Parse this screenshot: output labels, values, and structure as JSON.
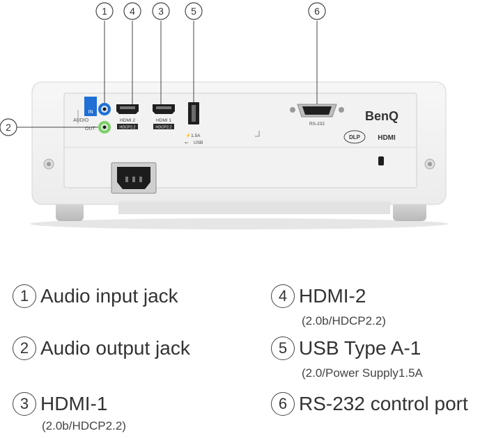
{
  "callouts": [
    "1",
    "4",
    "3",
    "5",
    "6",
    "2"
  ],
  "panel": {
    "audio": "AUDIO",
    "in": "IN",
    "out": "OUT",
    "hdmi2": "HDMI 2",
    "hdmi2_badge": "HDCP2.2",
    "hdmi1": "HDMI 1",
    "hdmi1_badge": "HDCP2.2",
    "usb_current": "⚡1.5A",
    "usb": "USB",
    "rs232": "RS-232",
    "brand": "BenQ",
    "dlp": "DLP",
    "hdmi_logo": "HDMI"
  },
  "legend": [
    {
      "num": "1",
      "label": "Audio input jack",
      "sub": ""
    },
    {
      "num": "2",
      "label": "Audio output jack",
      "sub": ""
    },
    {
      "num": "3",
      "label": "HDMI-1",
      "sub": "(2.0b/HDCP2.2)"
    },
    {
      "num": "4",
      "label": "HDMI-2",
      "sub": "(2.0b/HDCP2.2)"
    },
    {
      "num": "5",
      "label": "USB Type A-1",
      "sub": "(2.0/Power Supply1.5A"
    },
    {
      "num": "6",
      "label": "RS-232 control port",
      "sub": ""
    }
  ],
  "colors": {
    "audio_in_block": "#1f6fd6",
    "audio_out_jack": "#7ccf6a"
  }
}
